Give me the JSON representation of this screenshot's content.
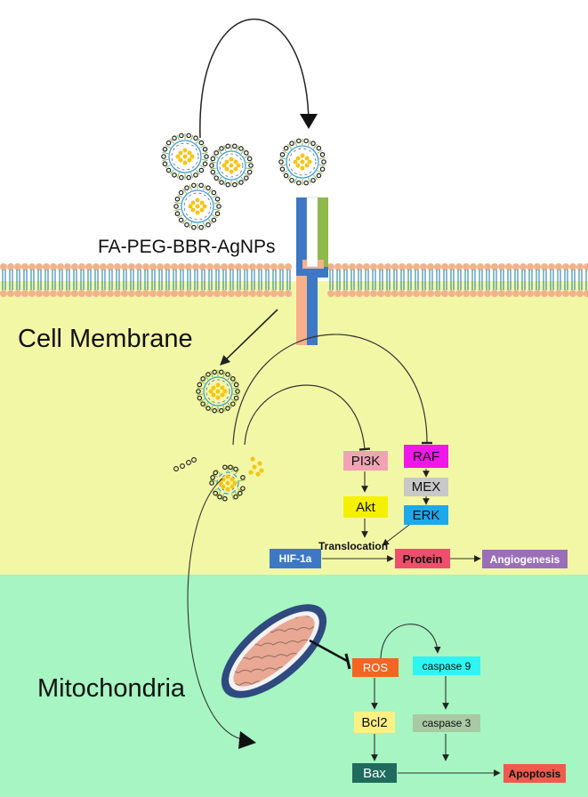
{
  "labels": {
    "nanoparticle": "FA-PEG-BBR-AgNPs",
    "cell_membrane": "Cell Membrane",
    "mitochondria": "Mitochondria",
    "translocation": "Translocation"
  },
  "nodes": {
    "pi3k": "PI3K",
    "akt": "Akt",
    "raf": "RAF",
    "mex": "MEX",
    "erk": "ERK",
    "hif1a": "HIF-1a",
    "protein": "Protein",
    "angiogenesis": "Angiogenesis",
    "ros": "ROS",
    "caspase9": "caspase 9",
    "bcl2": "Bcl2",
    "caspase3": "caspase 3",
    "bax": "Bax",
    "apoptosis": "Apoptosis"
  },
  "colors": {
    "pi3k": "#f0a3b4",
    "akt": "#f5f000",
    "raf": "#ef17e9",
    "mex": "#c8c8c8",
    "erk": "#1ea8ec",
    "hif1a": "#3c78c3",
    "protein": "#ef4f6c",
    "angiogenesis": "#9a6fb8",
    "ros": "#f26522",
    "caspase9": "#2ef5f0",
    "bcl2": "#fbf083",
    "caspase3": "#a8c9a3",
    "bax": "#1f6b5d",
    "apoptosis": "#ef5a4c"
  }
}
